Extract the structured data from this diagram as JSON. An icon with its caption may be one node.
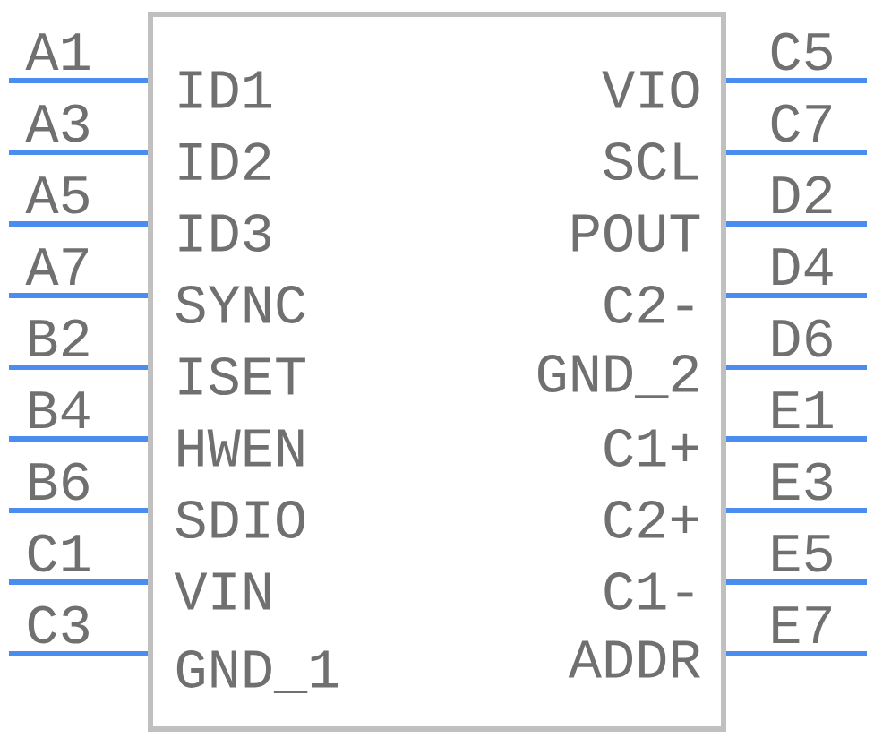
{
  "diagram": {
    "nodes": [
      {
        "text": [
          "ID1",
          "ID2",
          "ID3",
          "SYNC",
          "ISET",
          "HWEN",
          "SDIO",
          "VIN",
          "GND_1",
          "VIO",
          "SCL",
          "POUT",
          "C2-",
          "GND_2",
          "C1+",
          "C2+",
          "C1-",
          "ADDR"
        ]
      }
    ],
    "labels": [
      "A1",
      "C5",
      "A3",
      "C7",
      "A5",
      "D2",
      "A7",
      "D4",
      "B2",
      "D6",
      "B4",
      "E1",
      "B6",
      "E3",
      "C1",
      "E5",
      "C3",
      "E7"
    ]
  }
}
